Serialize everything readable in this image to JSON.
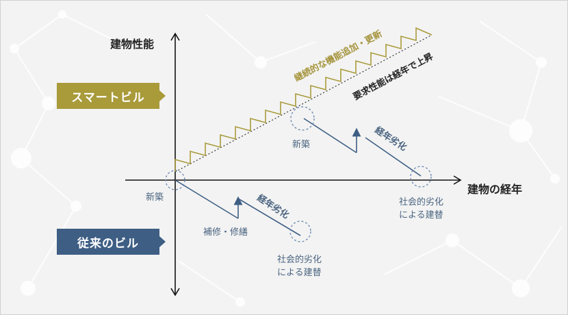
{
  "axes": {
    "y_label": "建物性能",
    "x_label": "建物の経年"
  },
  "badges": {
    "smart": "スマートビル",
    "conventional": "従来のビル"
  },
  "smart_labels": {
    "feature_update": "継続的な機能追加・更新",
    "requirement_rise": "要求性能は経年で上昇",
    "new_build": "新築",
    "deterioration": "経年劣化",
    "social_line1": "社会的劣化",
    "social_line2": "による建替"
  },
  "conv_labels": {
    "new_build": "新築",
    "repair": "補修・修繕",
    "deterioration": "経年劣化",
    "social_line1": "社会的劣化",
    "social_line2": "による建替"
  },
  "colors": {
    "gold": "#a99a3a",
    "navy": "#3e5e84",
    "circle": "#6f8db5"
  }
}
